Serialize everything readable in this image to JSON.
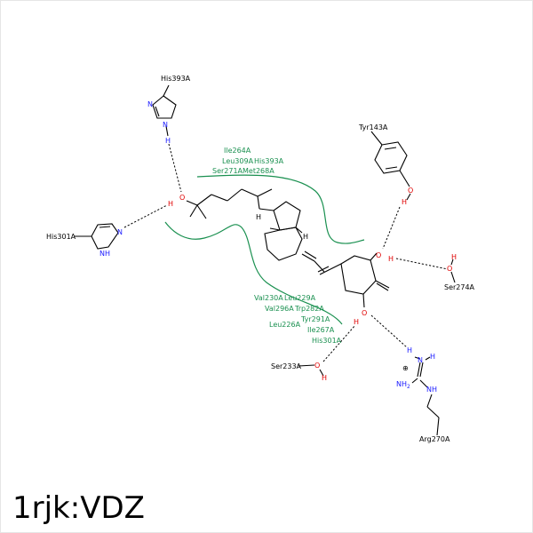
{
  "title": "1rjk:VDZ",
  "colors": {
    "carbon": "#000000",
    "oxygen": "#e00000",
    "nitrogen": "#1a1aff",
    "hydrophobic": "#1a9050"
  },
  "atoms": {
    "o_side": "O",
    "h_side": "H",
    "o_ring1": "O",
    "h_ring1": "H",
    "o_ring3": "O",
    "h_ring3": "H",
    "h_ch": "H",
    "h_ring": "H"
  },
  "residues": {
    "his393": {
      "label": "His393A",
      "n_top": "N",
      "n_bottom": "N",
      "h": "H"
    },
    "his301": {
      "label": "His301A",
      "n_right": "N",
      "nh": "NH"
    },
    "tyr143": {
      "label": "Tyr143A",
      "o": "O",
      "h": "H"
    },
    "ser274": {
      "label": "Ser274A",
      "h": "H",
      "o": "O"
    },
    "ser233": {
      "label": "Ser233A",
      "o": "O",
      "h": "H"
    },
    "arg270": {
      "label": "Arg270A",
      "h": "H",
      "n": "N",
      "h2": "H",
      "nh2": "NH",
      "nh2_sub": "2",
      "nh": "NH",
      "charge": "⊕"
    }
  },
  "hydrophobic_labels": [
    "Ile264A",
    "Leu309A",
    "His393A",
    "Ser271A",
    "Met268A",
    "Val230A",
    "Leu229A",
    "Val296A",
    "Trp282A",
    "Tyr291A",
    "Leu226A",
    "Ile267A",
    "His301A"
  ]
}
